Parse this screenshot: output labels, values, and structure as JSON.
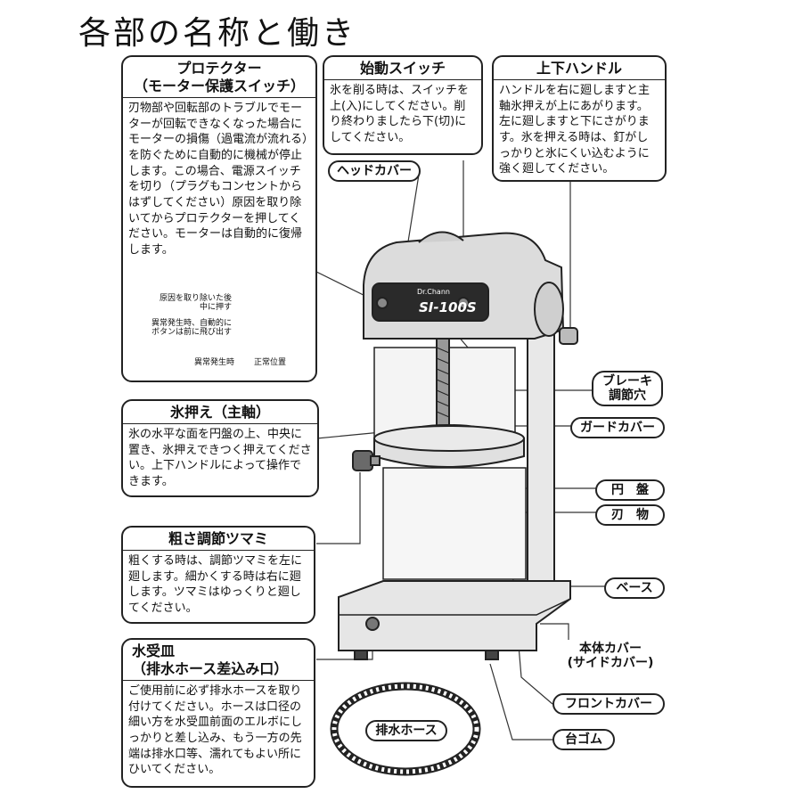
{
  "title": "各部の名称と働き",
  "boxes": {
    "protector": {
      "heading": "プロテクター\n（モーター保護スイッチ）",
      "text": "刃物部や回転部のトラブルでモーターが回転できなくなった場合にモーターの損傷（過電流が流れる）を防ぐために自動的に機械が停止します。この場合、電源スイッチを切り（プラグもコンセントからはずしてください）原因を取り除いてからプロテクターを押してください。モーターは自動的に復帰します。",
      "diagram_labels": {
        "after_fix": "原因を取り除いた後\n中に押す",
        "on_fault": "異常発生時、自動的に\nボタンは前に飛び出す",
        "fault_pos": "異常発生時",
        "normal_pos": "正常位置"
      }
    },
    "start_switch": {
      "heading": "始動スイッチ",
      "text": "氷を削る時は、スイッチを上(入)にしてください。削り終わりましたら下(切)にしてください。"
    },
    "handle": {
      "heading": "上下ハンドル",
      "text": "ハンドルを右に廻しますと主軸氷押えが上にあがります。左に廻しますと下にさがります。氷を押える時は、釘がしっかりと氷にくい込むように強く廻してください。"
    },
    "ice_press": {
      "heading": "氷押え（主軸）",
      "text": "氷の水平な面を円盤の上、中央に置き、氷押えできつく押えてください。上下ハンドルによって操作できます。"
    },
    "knob": {
      "heading": "粗さ調節ツマミ",
      "text": "粗くする時は、調節ツマミを左に廻します。細かくする時は右に廻します。ツマミはゆっくりと廻してください。"
    },
    "tray": {
      "heading": "水受皿\n（排水ホース差込み口）",
      "text": "ご使用前に必ず排水ホースを取り付けてください。ホースは口径の細い方を水受皿前面のエルボにしっかりと差し込み、もう一方の先端は排水口等、濡れてもよい所にひいてください。"
    }
  },
  "tags": {
    "head_cover": "ヘッドカバー",
    "brake": "ブレーキ\n調節穴",
    "guard": "ガードカバー",
    "disc": "円　盤",
    "blade": "刃　物",
    "base": "ベース",
    "body_cover": "本体カバー\n(サイドカバー)",
    "front_cover": "フロントカバー",
    "rubber": "台ゴム",
    "hose": "排水ホース"
  },
  "machine": {
    "logo": "Dr.Chann",
    "model": "SI-100S"
  }
}
